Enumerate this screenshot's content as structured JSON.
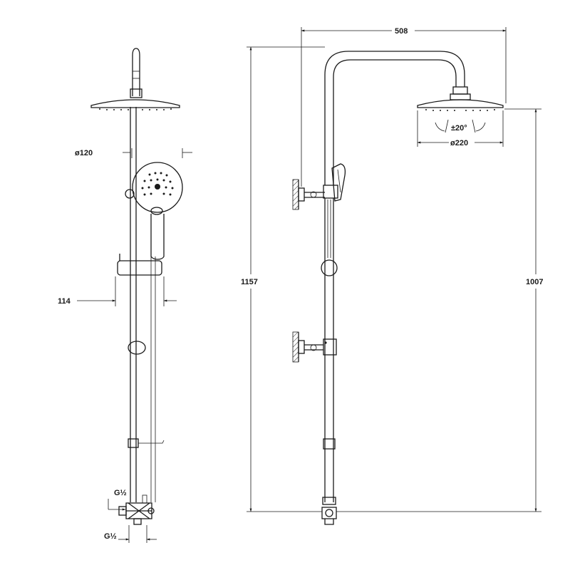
{
  "drawing": {
    "side_view": {
      "head_diameter": "ø120",
      "projection": "114",
      "inlet_top": "G½",
      "inlet_bottom": "G½"
    },
    "front_view": {
      "reach": "508",
      "overall_height": "1157",
      "head_height": "1007",
      "tilt": "±20°",
      "head_diameter": "ø220"
    }
  }
}
